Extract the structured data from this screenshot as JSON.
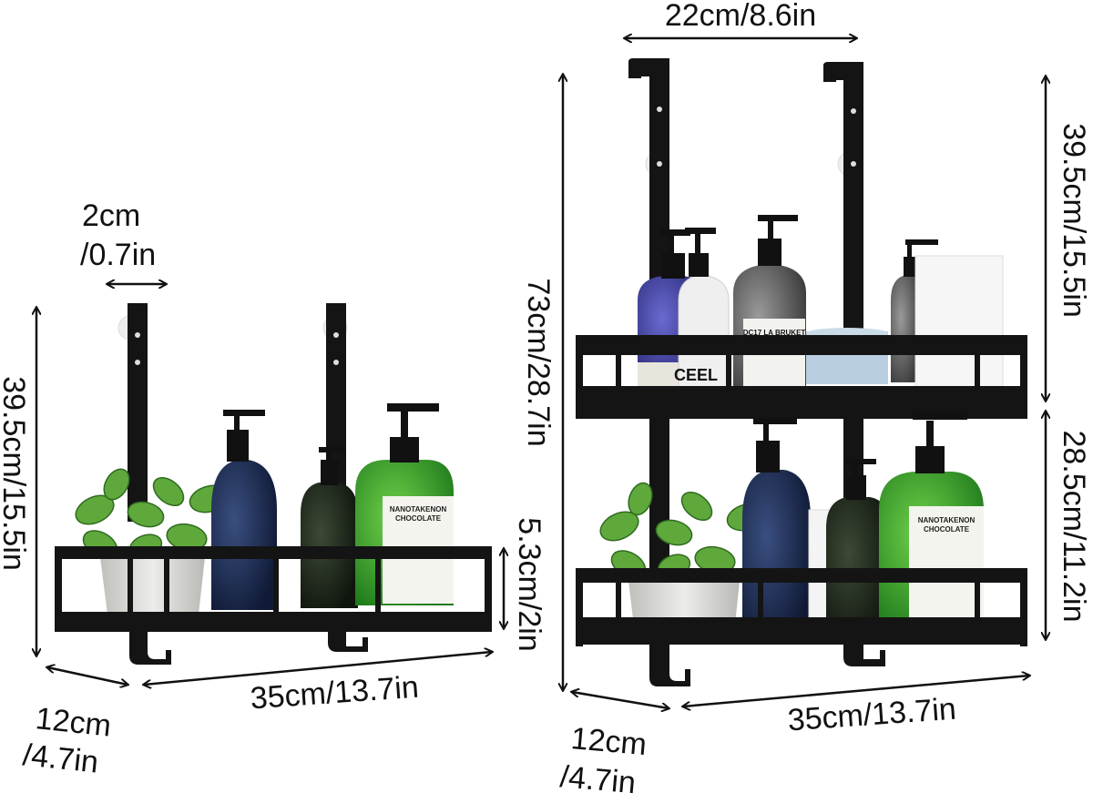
{
  "left_rack": {
    "width_label": "35cm/13.7in",
    "height_label": "39.5cm/15.5in",
    "depth_label_line1": "12cm",
    "depth_label_line2": "/4.7in",
    "strap_label_line1": "2cm",
    "strap_label_line2": "/0.7in",
    "rail_label": "5.3cm/2in",
    "products": {
      "green_bottle_line1": "NANOTAKENON",
      "green_bottle_line2": "CHOCOLATE"
    }
  },
  "right_rack": {
    "top_width_label": "22cm/8.6in",
    "total_height_label": "73cm/28.7in",
    "upper_height_label": "39.5cm/15.5in",
    "lower_height_label": "28.5cm/11.2in",
    "width_label": "35cm/13.7in",
    "depth_label_line1": "12cm",
    "depth_label_line2": "/4.7in",
    "products": {
      "grey_bottle_line1": "DC17 LA BRUKET",
      "white_bottle_label": "CEEL",
      "green_bottle_line1": "NANOTAKENON",
      "green_bottle_line2": "CHOCOLATE"
    }
  },
  "colors": {
    "rack": "#141414",
    "navy_bottle": "#1e2d52",
    "green_bottle": "#3aa52e",
    "dark_green_bottle": "#1f2a1c",
    "plant": "#5fa83c",
    "pot": "#d9d9d6"
  }
}
